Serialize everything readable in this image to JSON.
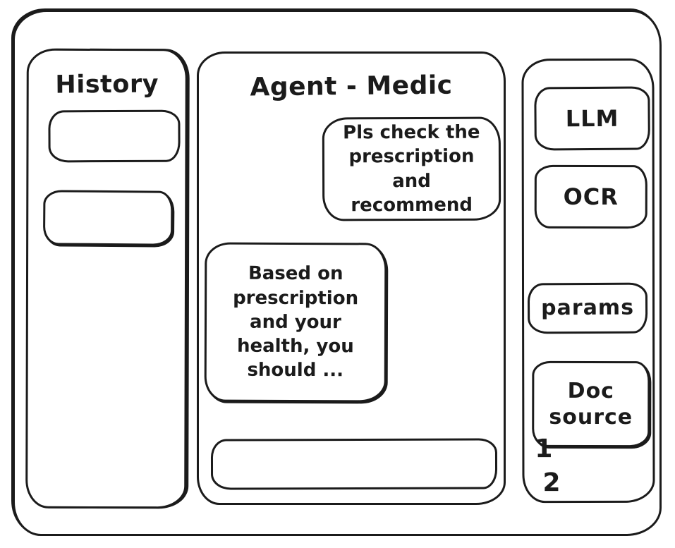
{
  "window": {
    "title": "Agent - Medic"
  },
  "history_panel": {
    "title": "History",
    "items": [
      {
        "label": ""
      },
      {
        "label": ""
      }
    ]
  },
  "chat_panel": {
    "title": "Agent - Medic",
    "messages": [
      {
        "role": "user",
        "text": "Pls check the\nprescription\nand recommend"
      },
      {
        "role": "assistant",
        "text": "Based on\nprescription\nand your\nhealth, you\nshould ..."
      }
    ],
    "input": {
      "value": "",
      "placeholder": ""
    }
  },
  "tools_panel": {
    "buttons": [
      {
        "id": "llm",
        "label": "LLM"
      },
      {
        "id": "ocr",
        "label": "OCR"
      },
      {
        "id": "params",
        "label": "params"
      },
      {
        "id": "doc-source",
        "label": "Doc\nsource"
      }
    ],
    "doc_source_items": [
      "1",
      "2"
    ]
  },
  "colors": {
    "stroke": "#1b1b1b",
    "background": "#ffffff"
  }
}
